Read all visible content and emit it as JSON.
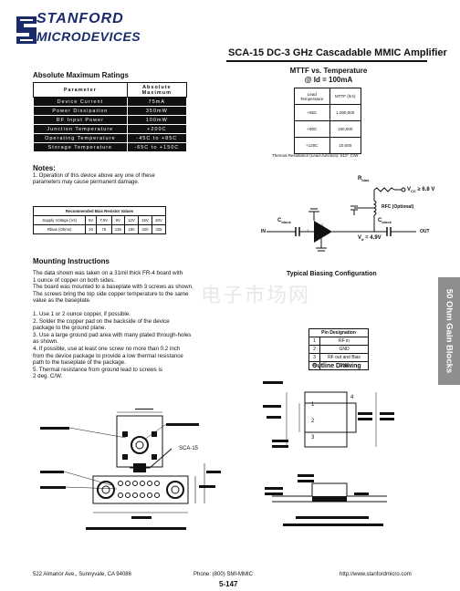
{
  "logo": {
    "line1": "STANFORD",
    "line2": "MICRODEVICES"
  },
  "doc_title": "SCA-15 DC-3 GHz Cascadable MMIC Amplifier",
  "abs_max": {
    "heading": "Absolute Maximum Ratings",
    "col1": "Parameter",
    "col2a": "Absolute",
    "col2b": "Maximum",
    "rows": [
      {
        "p": "Device Current",
        "v": "75mA"
      },
      {
        "p": "Power Dissipation",
        "v": "350mW"
      },
      {
        "p": "RF Input Power",
        "v": "100mW"
      },
      {
        "p": "Junction Temperature",
        "v": "+200C"
      },
      {
        "p": "Operating Temperature",
        "v": "-45C to +85C"
      },
      {
        "p": "Storage Temperature",
        "v": "-65C to +150C"
      }
    ]
  },
  "notes": {
    "heading": "Notes:",
    "line1": "1. Operation of this device above any one of these",
    "line2": "parameters may cause permanent damage."
  },
  "bias_table": {
    "title": "Recommended Bias Resistor Values",
    "supply_label": "Supply Voltage (Vs)",
    "supply": [
      "6V",
      "7.5V",
      "9V",
      "12V",
      "15V",
      "20V"
    ],
    "rbias_label": "Rbias (Ohms)",
    "rbias": [
      "20",
      "75",
      "135",
      "190",
      "320",
      "325"
    ]
  },
  "mttf": {
    "title1": "MTTF vs. Temperature",
    "title2": "@ Id = 100mA",
    "col1a": "Lead",
    "col1b": "Temperature",
    "col2": "MTTF (hrs)",
    "rows": [
      {
        "t": "+55C",
        "m": "1,000,000"
      },
      {
        "t": "+90C",
        "m": "100,000"
      },
      {
        "t": "+120C",
        "m": "10,000"
      }
    ],
    "caption": "Thermal Resistance (Lead-Junction): 510° C/W"
  },
  "schematic": {
    "rbias": "R",
    "rbias_sub": "bias",
    "vcc": "V",
    "vcc_sub": "CC",
    "vcc_val": "≥ 6.8 V",
    "rfc": "RFC (Optional)",
    "cblock1": "C",
    "cblock1_sub": "block",
    "cblock2": "C",
    "cblock2_sub": "block",
    "in_label": "IN",
    "out_label": "OUT",
    "vd": "V",
    "vd_sub": "d",
    "vd_val": "= 4.9V",
    "pin1": "1",
    "pin2": "2",
    "pin3": "3",
    "caption": "Typical Biasing Configuration"
  },
  "mounting": {
    "heading": "Mounting Instructions",
    "p1": [
      "The data shown was taken on a 31mil thick FR-4 board with",
      "1 ounce of copper on both sides.",
      "The board was mounted to a baseplate with 3 screws as shown.",
      "The screws bring the top side copper temperature to the same",
      "value as the baseplate."
    ],
    "p2": [
      "1. Use 1 or 2 ounce copper, if possible.",
      "2. Solder the copper pad on the backside of the device",
      "package to the ground plane.",
      "3. Use a large ground pad area with many plated through-holes",
      "as shown.",
      "4. If possible, use at least one screw no more than 0.2 inch",
      "from the device package to provide a low thermal resistance",
      "path to the baseplate of the package.",
      "5. Thermal resistance from ground lead to screws is",
      "2 deg. C/W."
    ]
  },
  "board": {
    "device": "SCA-15"
  },
  "pin_table": {
    "title": "Pin Designation",
    "rows": [
      {
        "n": "1",
        "d": "RF in"
      },
      {
        "n": "2",
        "d": "GND"
      },
      {
        "n": "3",
        "d": "RF out and Bias"
      },
      {
        "n": "4",
        "d": "GND"
      }
    ]
  },
  "outline": {
    "heading": "Outline Drawing",
    "pin1": "1",
    "pin2": "2",
    "pin3": "3",
    "pin4": "4"
  },
  "watermark": "电子市场网",
  "side_tab": "50 Ohm Gain Blocks",
  "footer": {
    "address": "522 Almanor Ave., Sunnyvale, CA 94086",
    "phone": "Phone: (800) SMI-MMIC",
    "url": "http://www.stanfordmicro.com",
    "page": "5-147"
  },
  "colors": {
    "logo": "#1a2b6b",
    "tab": "#8e8e8e"
  }
}
